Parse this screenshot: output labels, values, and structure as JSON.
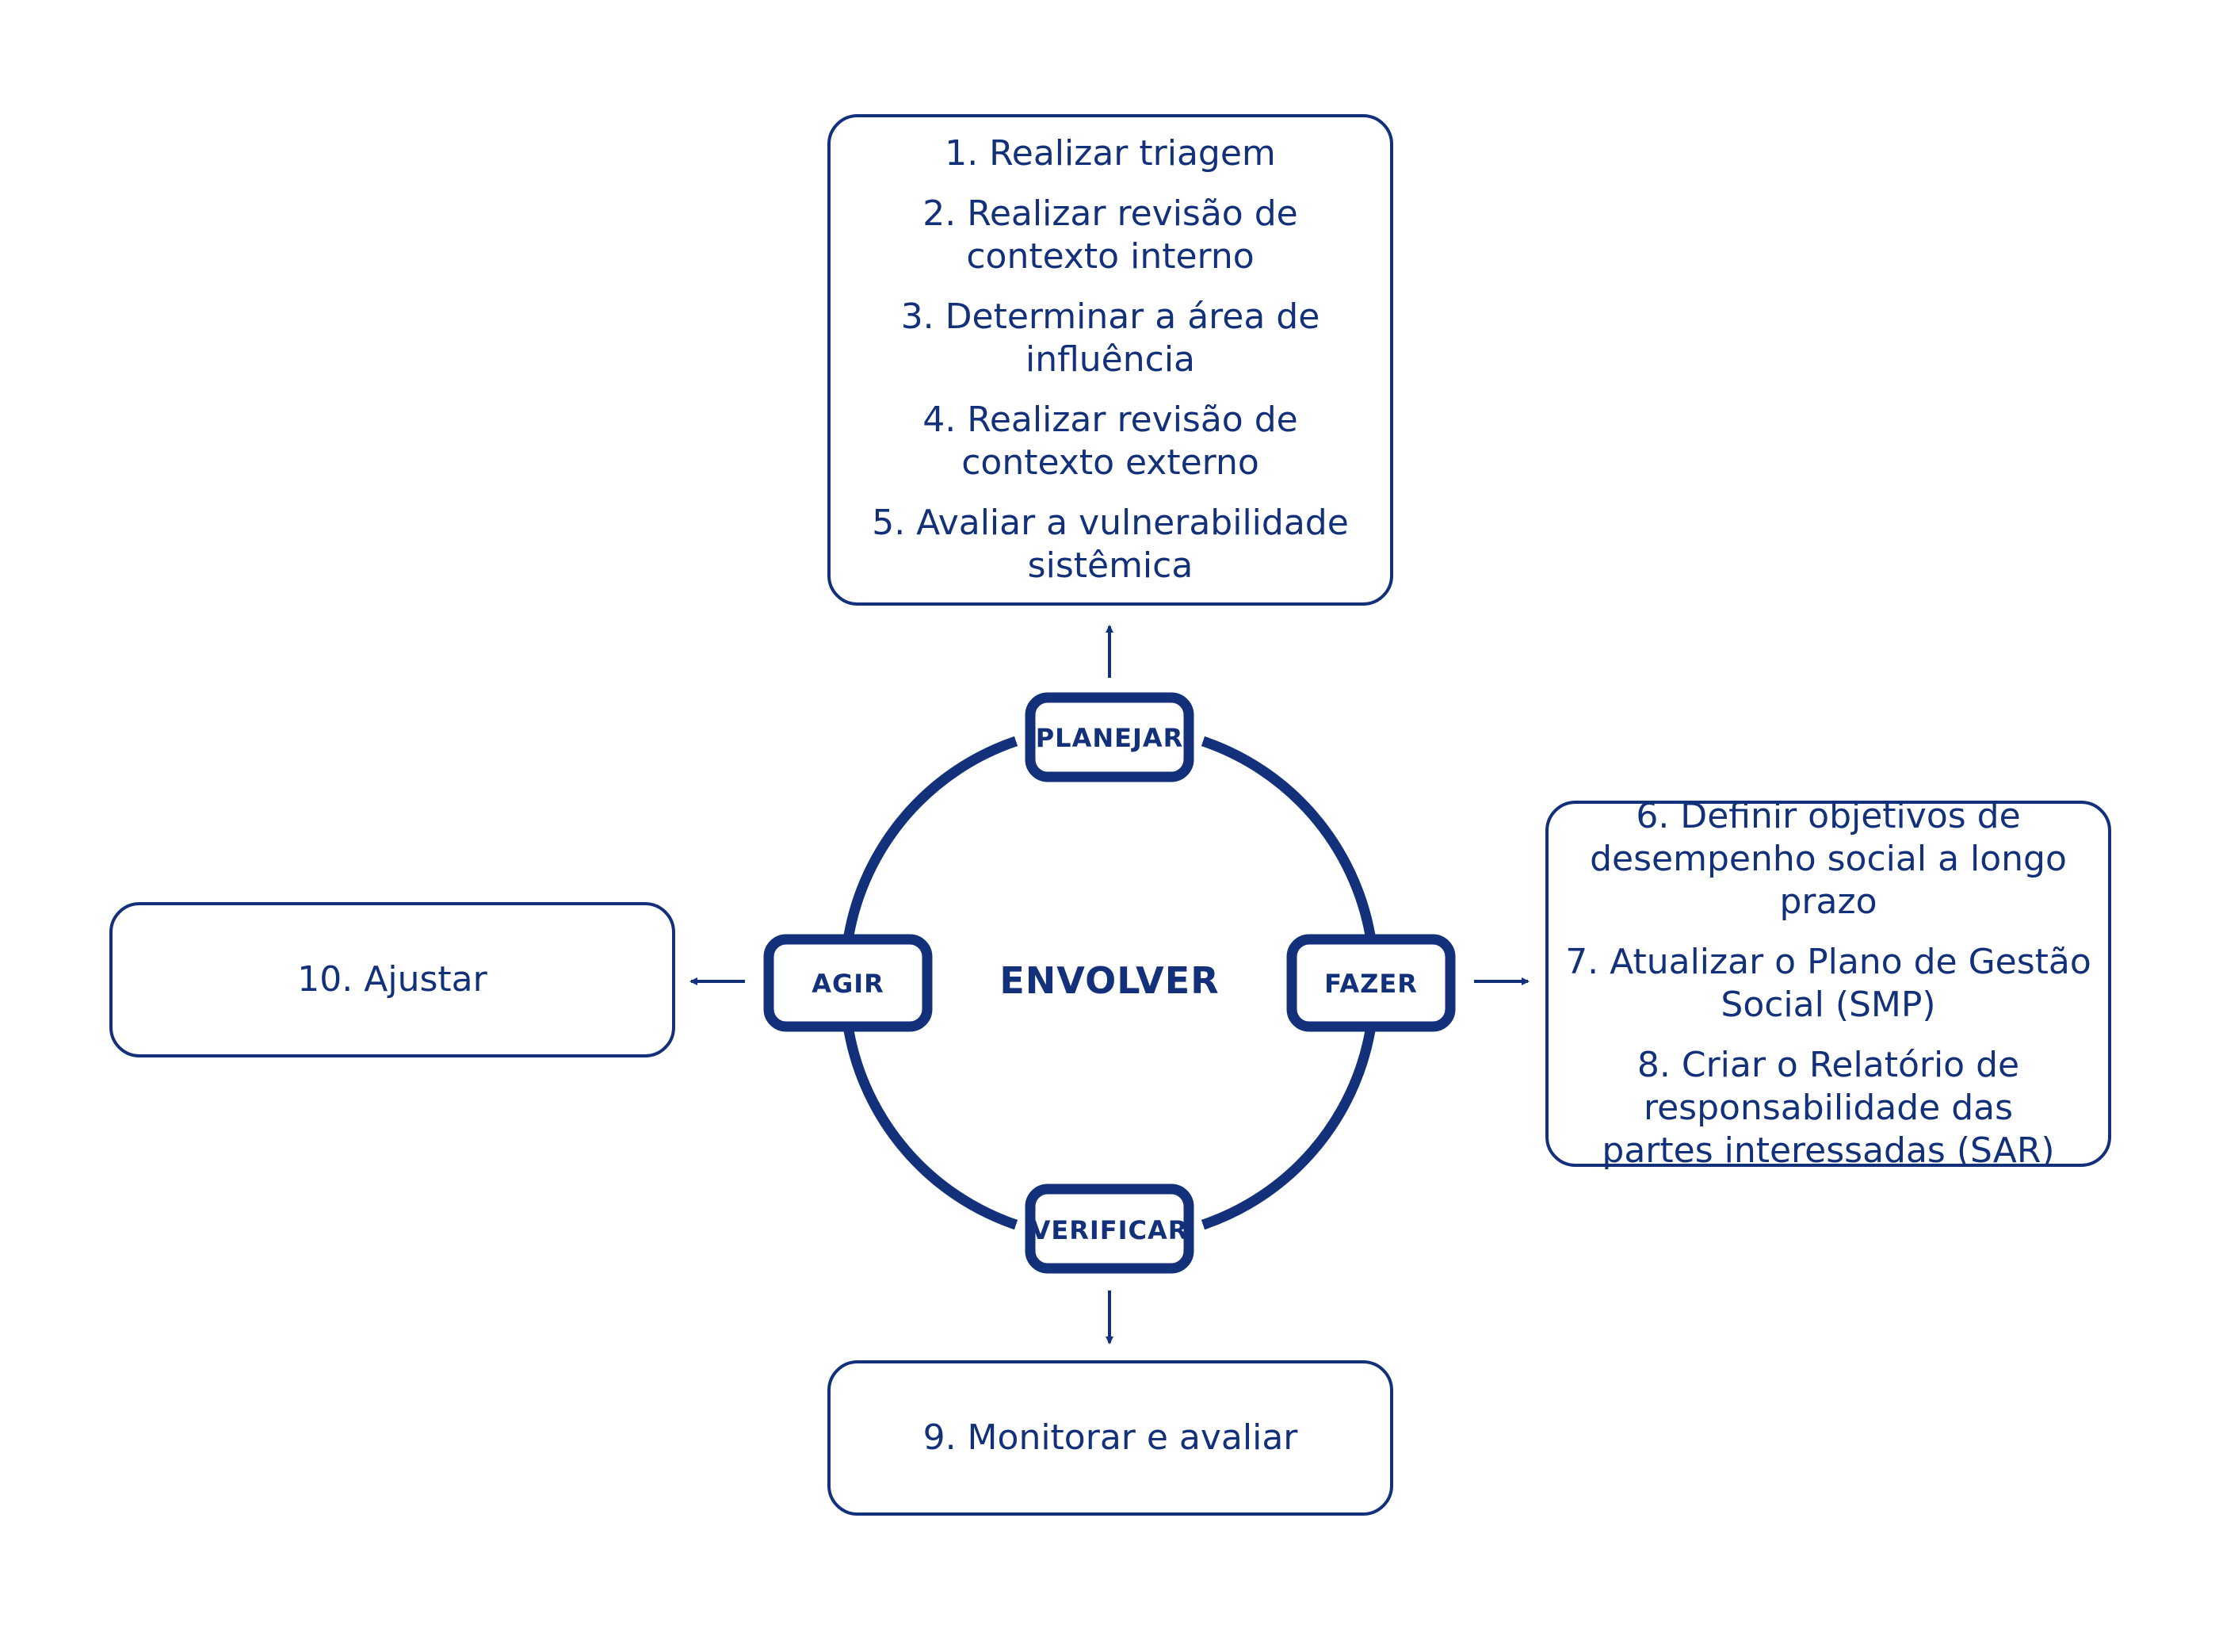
{
  "colors": {
    "primary": "#13307a",
    "background": "#ffffff"
  },
  "center": {
    "label": "ENVOLVER"
  },
  "phases": {
    "plan": "PLANEJAR",
    "do": "FAZER",
    "check": "VERIFICAR",
    "act": "AGIR"
  },
  "boxes": {
    "plan": [
      "1. Realizar triagem",
      "2. Realizar revisão de\ncontexto interno",
      "3. Determinar a área de\ninfluência",
      "4. Realizar revisão de\ncontexto externo",
      "5. Avaliar a vulnerabilidade\nsistêmica"
    ],
    "do": [
      "6. Definir objetivos de\ndesempenho social a longo prazo",
      "7. Atualizar o Plano de Gestão\nSocial (SMP)",
      "8. Criar o Relatório de\nresponsabilidade das\npartes interessadas (SAR)"
    ],
    "check": [
      "9. Monitorar e avaliar"
    ],
    "act": [
      "10. Ajustar"
    ]
  }
}
